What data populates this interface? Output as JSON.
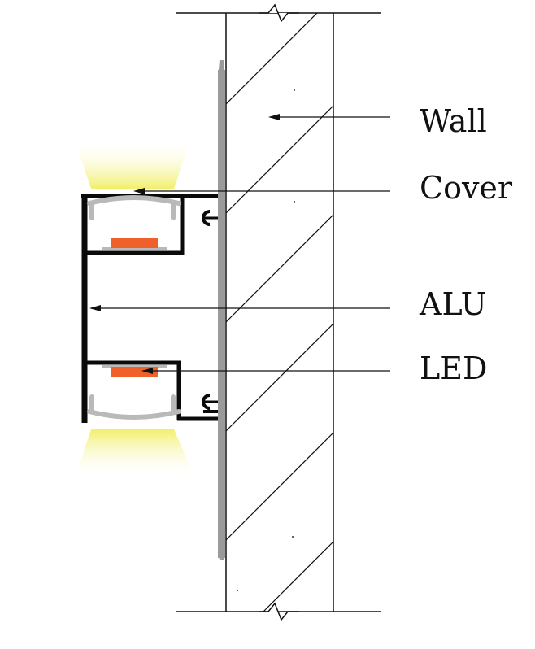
{
  "labels": {
    "wall": "Wall",
    "cover": "Cover",
    "alu": "ALU",
    "led": "LED"
  },
  "colors": {
    "line": "#111111",
    "profile": "#0a0a0a",
    "cover": "#b9b9b9",
    "wall_plate": "#9a9a9a",
    "led_chip": "#f0602a",
    "glow": "#f3f07a"
  }
}
